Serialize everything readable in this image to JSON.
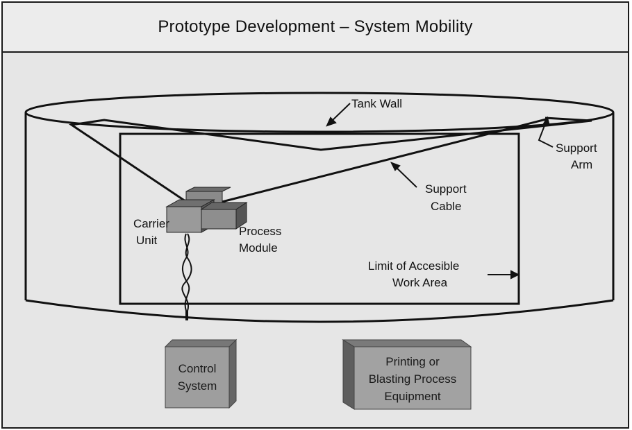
{
  "title": "Prototype Development – System Mobility",
  "labels": {
    "tank_wall": "Tank Wall",
    "support_arm": [
      "Support",
      "Arm"
    ],
    "support_cable": [
      "Support",
      "Cable"
    ],
    "carrier_unit": [
      "Carrier",
      "Unit"
    ],
    "process_module": [
      "Process",
      "Module"
    ],
    "work_area": [
      "Limit of Accesible",
      "Work Area"
    ],
    "control_system": [
      "Control",
      "System"
    ],
    "process_equipment": [
      "Printing or",
      "Blasting Process",
      "Equipment"
    ]
  },
  "colors": {
    "line": "#111111",
    "box_face": "#9a9a9a",
    "box_top": "#6e6e6e",
    "box_side": "#5a5a5a",
    "background": "#e6e6e6"
  }
}
